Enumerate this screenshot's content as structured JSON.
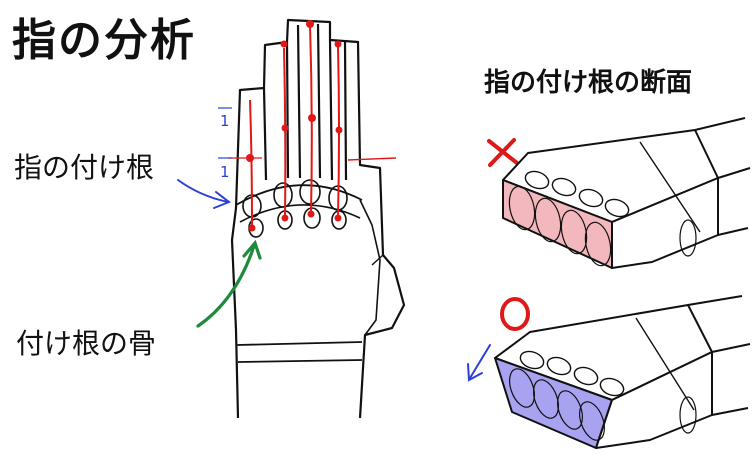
{
  "title": "指の分析",
  "subtitle": "指の付け根の断面",
  "labels": {
    "finger_root": "指の付け根",
    "root_bone": "付け根の骨",
    "ratio_top": "1",
    "ratio_bottom": "1"
  },
  "marks": {
    "wrong": "✕",
    "correct": "O"
  },
  "colors": {
    "red": "#e01818",
    "blue": "#2b3fd9",
    "green": "#1f8a3b",
    "pink_fill": "#f2b8bd",
    "blue_fill": "#a7a3f0",
    "ink": "#111111"
  }
}
